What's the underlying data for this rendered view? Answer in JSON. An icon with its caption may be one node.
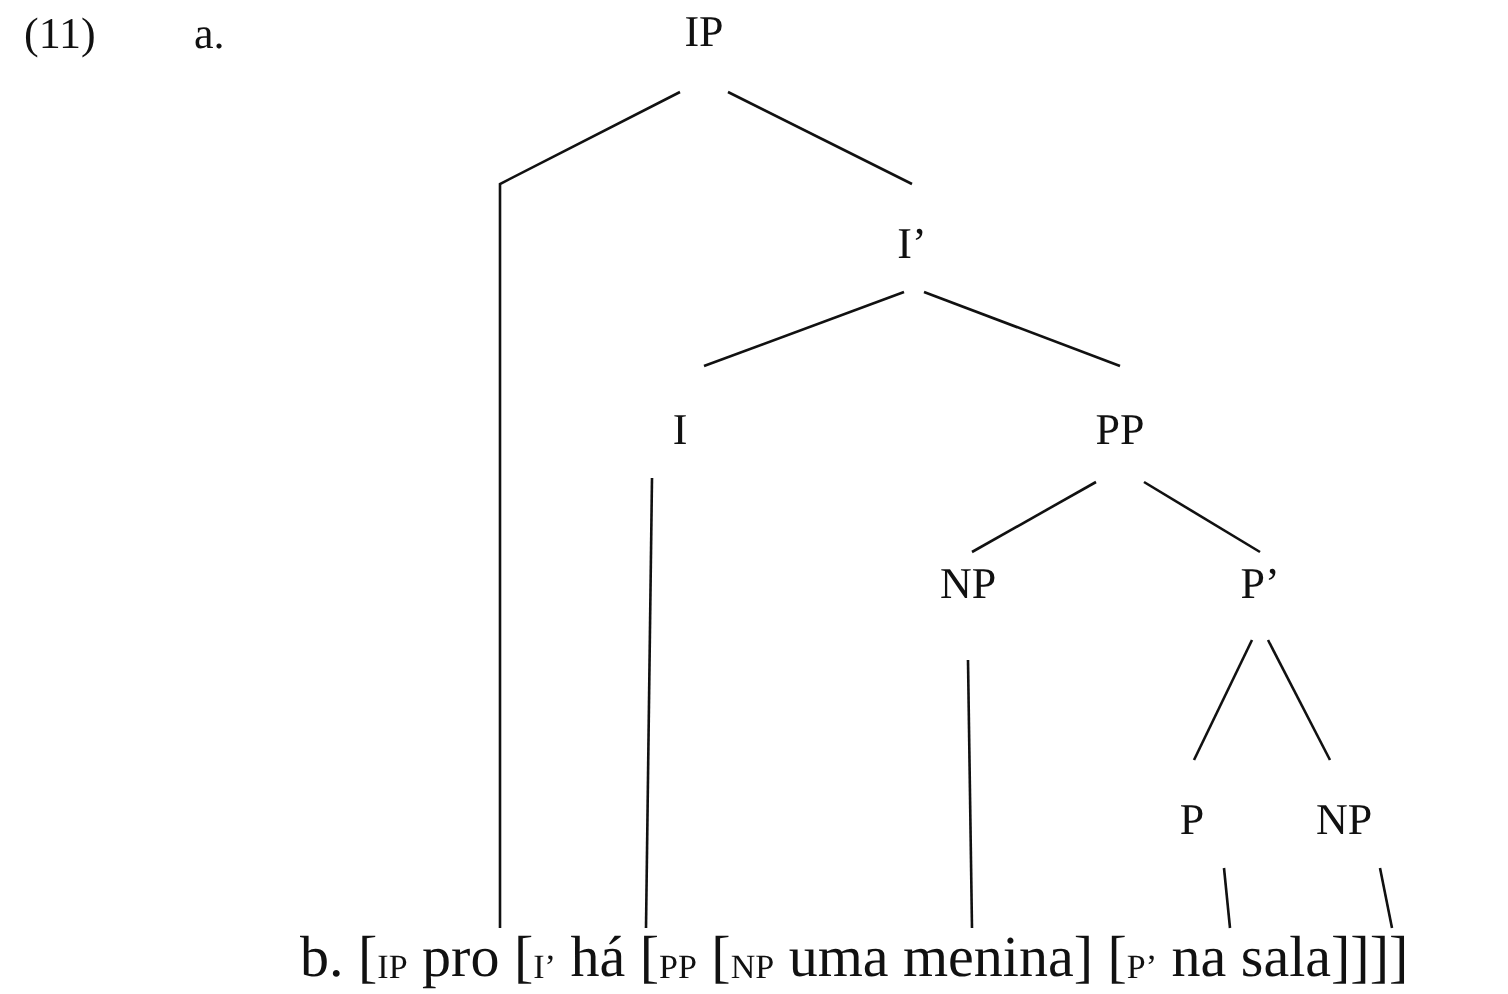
{
  "diagram": {
    "nodes": [
      {
        "text": [
          "IP"
        ]
      },
      {
        "text": [
          "I’"
        ]
      },
      {
        "text": [
          "I"
        ]
      },
      {
        "text": [
          "PP"
        ]
      },
      {
        "text": [
          "NP"
        ]
      },
      {
        "text": [
          "P’"
        ]
      },
      {
        "text": [
          "P"
        ]
      },
      {
        "text": [
          "NP"
        ]
      },
      {
        "text": [
          "b. [$_{IP}$ pro [$_{I’}$ há [$_{PP}$ [$_{NP}$ uma menina] [$_{P’}$ na sala]]]]"
        ]
      }
    ],
    "edges": [
      {
        "from": 0,
        "to": 8,
        "arrow": "none"
      },
      {
        "from": 0,
        "to": 1,
        "arrow": "none"
      },
      {
        "from": 1,
        "to": 2,
        "arrow": "none"
      },
      {
        "from": 1,
        "to": 3,
        "arrow": "none"
      },
      {
        "from": 3,
        "to": 4,
        "arrow": "none"
      },
      {
        "from": 3,
        "to": 5,
        "arrow": "none"
      },
      {
        "from": 5,
        "to": 6,
        "arrow": "none"
      },
      {
        "from": 5,
        "to": 7,
        "arrow": "none"
      },
      {
        "from": 2,
        "to": 8,
        "arrow": "none"
      },
      {
        "from": 4,
        "to": 8,
        "arrow": "none"
      },
      {
        "from": 6,
        "to": 8,
        "arrow": "none"
      },
      {
        "from": 7,
        "to": 8,
        "arrow": "none"
      }
    ],
    "labels": [
      "(11)",
      "a."
    ]
  }
}
